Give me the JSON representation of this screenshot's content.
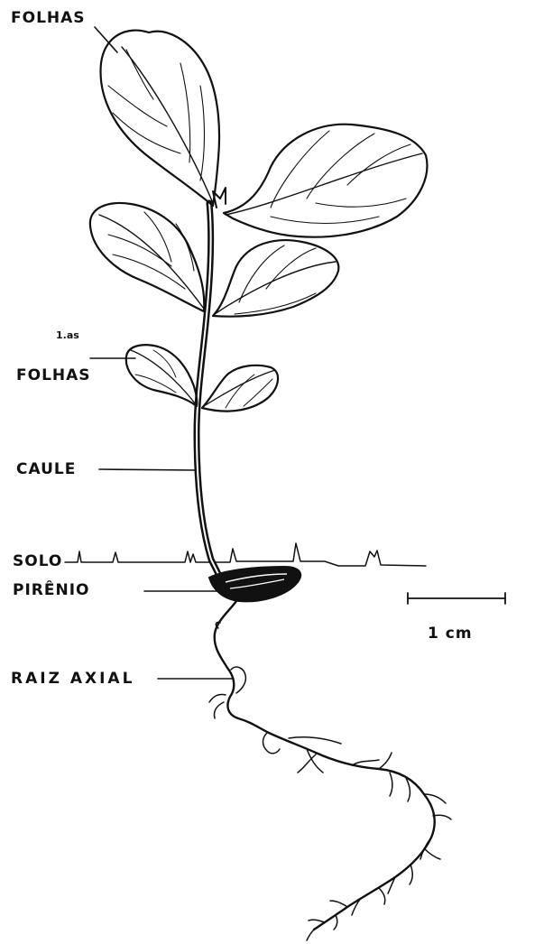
{
  "labels": {
    "folhas": "FOLHAS",
    "primeiras_superscript": "1.as",
    "primeiras_folhas": "FOLHAS",
    "caule": "CAULE",
    "solo": "SOLO",
    "pirenio": "PIRÊNIO",
    "raiz_axial": "RAIZ AXIAL"
  },
  "scale_bar": {
    "label": "1 cm"
  }
}
